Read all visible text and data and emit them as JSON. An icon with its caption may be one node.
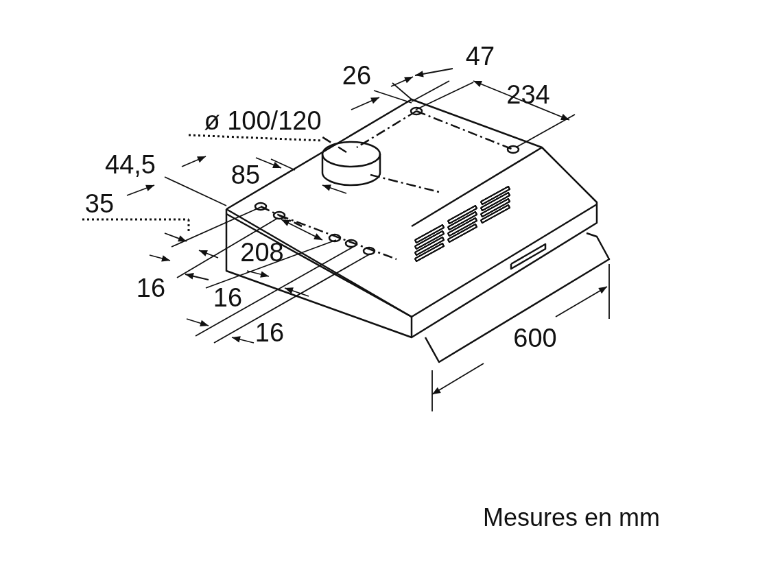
{
  "diagram": {
    "labels": [
      "47",
      "26",
      "234",
      "ø 100/120",
      "44,5",
      "85",
      "35",
      "208",
      "16",
      "16",
      "16",
      "600",
      "Mesures en mm"
    ]
  }
}
